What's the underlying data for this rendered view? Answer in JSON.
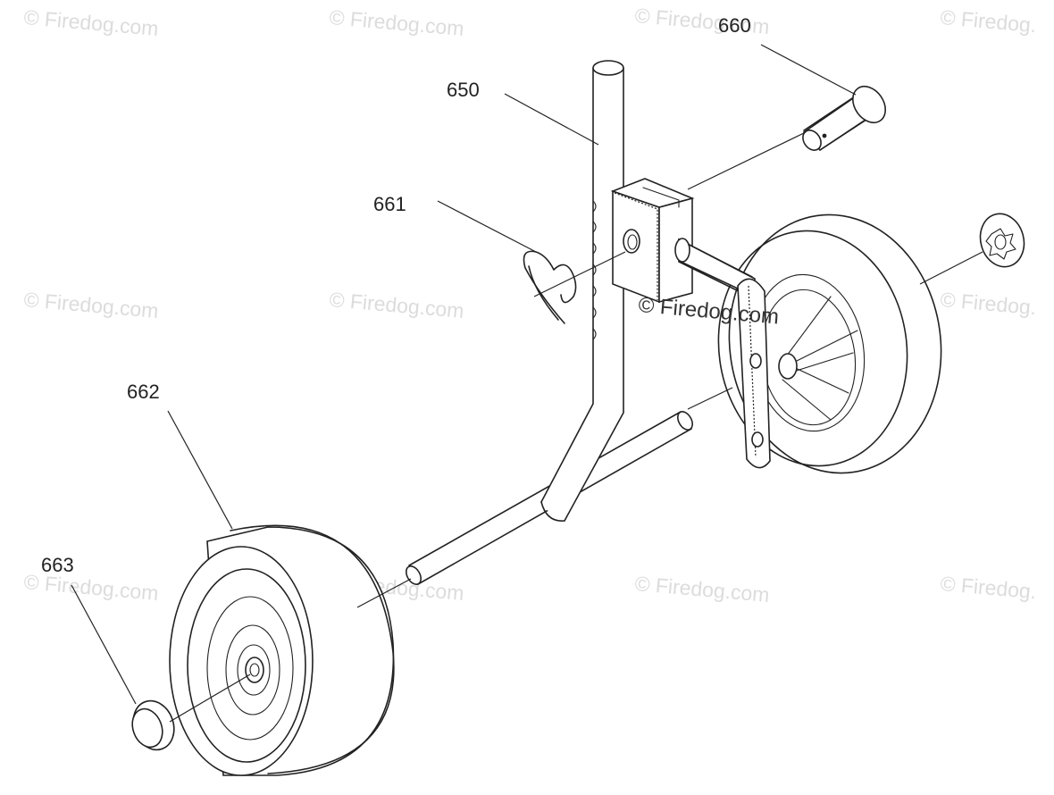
{
  "watermarks": [
    "© Firedog.com",
    "© Firedog.com",
    "© Firedog.com",
    "© Firedog.",
    "© Firedog.com",
    "© Firedog.com",
    "© Firedog.",
    "© Firedog.com",
    "© Firedog.com",
    "© Firedog.com",
    "© Firedog."
  ],
  "center_watermark": "© Firedog.com",
  "callouts": {
    "p650": "650",
    "p660": "660",
    "p661": "661",
    "p662": "662",
    "p663": "663"
  },
  "colors": {
    "line": "#222222",
    "watermark": "#dcdcdc"
  }
}
